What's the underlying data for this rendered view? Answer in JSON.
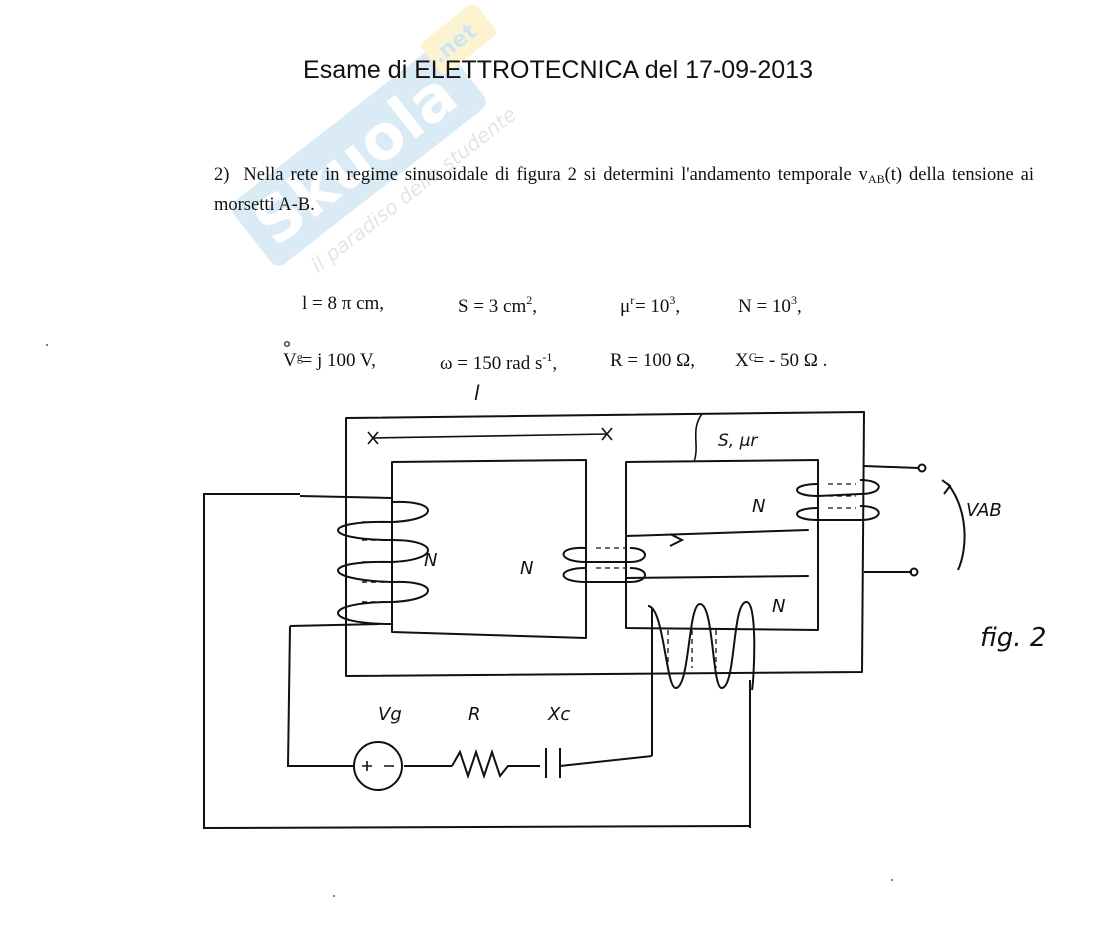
{
  "title": "Esame di ELETTROTECNICA del 17-09-2013",
  "problem": {
    "number": "2)",
    "text_before": "Nella rete in regime sinusoidale di figura 2 si determini l'andamento temporale v",
    "v_sub": "AB",
    "text_after": "(t) della tensione ai morsetti A-B."
  },
  "params_row1": {
    "l": "l = 8 π cm,",
    "S": "S = 3 cm",
    "S_exp": "2",
    "S_tail": ",",
    "mu": "μ",
    "mu_sub": "r",
    "mu_val": " = 10",
    "mu_exp": "3",
    "mu_tail": ",",
    "N": "N = 10",
    "N_exp": "3",
    "N_tail": ","
  },
  "params_row2": {
    "Vg": "V",
    "Vg_sub": "g",
    "Vg_val": " = j 100 V,",
    "omega": "ω = 150 rad s",
    "omega_exp": "-1",
    "omega_tail": ",",
    "R": "R = 100 Ω,",
    "Xc": "X",
    "Xc_sub": "C",
    "Xc_val": " = - 50 Ω ."
  },
  "figure_labels": {
    "l": "l",
    "s_mu": "S, μr",
    "N1": "N",
    "N2": "N",
    "N3": "N",
    "N4": "N",
    "vg": "Vg",
    "R": "R",
    "xc": "Xc",
    "vab": "VAB",
    "fig": "fig. 2"
  },
  "watermark": {
    "brand": "Skuola",
    "tld": ".net",
    "tagline": "il paradiso dello studente"
  }
}
